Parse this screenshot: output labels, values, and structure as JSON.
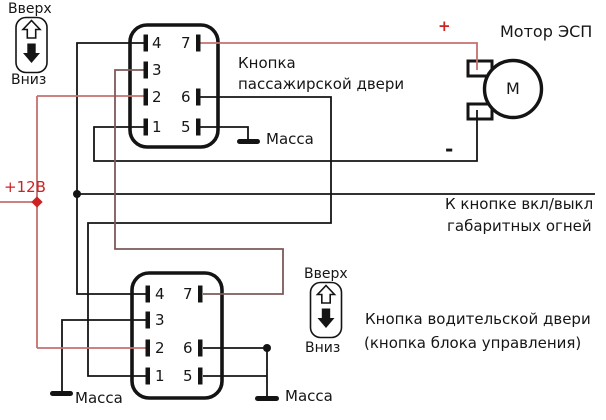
{
  "colors": {
    "accent_red": "#cc2222",
    "wire_red": "#c4706e",
    "wire_brown": "#7d5a58",
    "ink": "#141414"
  },
  "labels": {
    "up": "Вверх",
    "down": "Вниз",
    "plus12": "+12В",
    "plus": "+",
    "minus": "-",
    "ground": "Масса",
    "motor_title": "Мотор ЭСП",
    "motor_m": "М",
    "passenger_button_line1": "Кнопка",
    "passenger_button_line2": "пассажирской двери",
    "marker_lights_line1": "К кнопке вкл/выкл",
    "marker_lights_line2": "габаритных огней",
    "driver_button_line1": "Кнопка водительской двери",
    "driver_button_line2": "(кнопка блока управления)"
  },
  "connectors": {
    "top": {
      "pins_left": [
        "4",
        "3",
        "2",
        "1"
      ],
      "pins_right": [
        "7",
        "6",
        "5"
      ]
    },
    "bottom": {
      "pins_left": [
        "4",
        "3",
        "2",
        "1"
      ],
      "pins_right": [
        "7",
        "6",
        "5"
      ]
    }
  }
}
